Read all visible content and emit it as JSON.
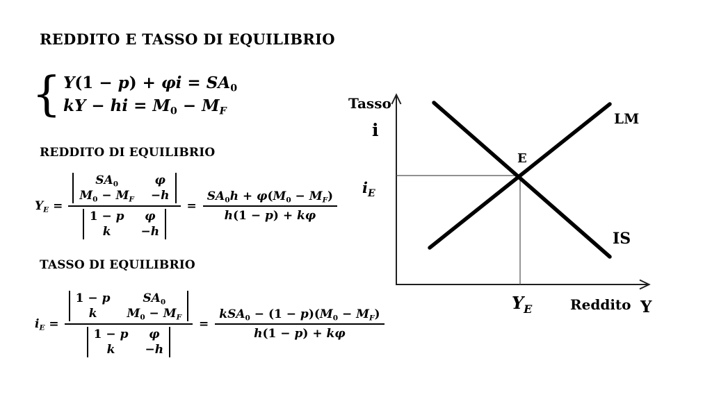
{
  "slide": {
    "title": "REDDITO E TASSO DI EQUILIBRIO",
    "income_heading": "REDDITO DI EQUILIBRIO",
    "rate_heading": "TASSO DI EQUILIBRIO"
  },
  "system": {
    "brace": "{",
    "line1_parts": [
      {
        "t": "Y"
      },
      {
        "u": "(1 − "
      },
      {
        "t": "p"
      },
      {
        "u": ") + "
      },
      {
        "t": "φi"
      },
      {
        "u": " = "
      },
      {
        "t": "SA"
      },
      {
        "su": "0"
      }
    ],
    "line2_parts": [
      {
        "t": "kY"
      },
      {
        "u": " − "
      },
      {
        "t": "hi"
      },
      {
        "u": " = "
      },
      {
        "t": "M"
      },
      {
        "su": "0"
      },
      {
        "u": " − "
      },
      {
        "t": "M"
      },
      {
        "s": "F"
      }
    ]
  },
  "income_formula": {
    "lhs_parts": [
      {
        "t": "Y"
      },
      {
        "s": "E"
      },
      {
        "u": " ="
      }
    ],
    "num_det": {
      "c11": [
        {
          "t": "SA"
        },
        {
          "su": "0"
        }
      ],
      "c12": [
        {
          "t": "φ"
        }
      ],
      "c21": [
        {
          "t": "M"
        },
        {
          "su": "0"
        },
        {
          "u": " − "
        },
        {
          "t": "M"
        },
        {
          "s": "F"
        }
      ],
      "c22": [
        {
          "u": "−"
        },
        {
          "t": "h"
        }
      ]
    },
    "den_det": {
      "c11": [
        {
          "u": "1 − "
        },
        {
          "t": "p"
        }
      ],
      "c12": [
        {
          "t": "φ"
        }
      ],
      "c21": [
        {
          "t": "k"
        }
      ],
      "c22": [
        {
          "u": "−"
        },
        {
          "t": "h"
        }
      ]
    },
    "equals": "=",
    "result_num_parts": [
      {
        "t": "SA"
      },
      {
        "su": "0"
      },
      {
        "t": "h"
      },
      {
        "u": " + "
      },
      {
        "t": "φ"
      },
      {
        "u": "("
      },
      {
        "t": "M"
      },
      {
        "su": "0"
      },
      {
        "u": " − "
      },
      {
        "t": "M"
      },
      {
        "s": "F"
      },
      {
        "u": ")"
      }
    ],
    "result_den_parts": [
      {
        "t": "h"
      },
      {
        "u": "(1 − "
      },
      {
        "t": "p"
      },
      {
        "u": ") + "
      },
      {
        "t": "kφ"
      }
    ]
  },
  "rate_formula": {
    "lhs_parts": [
      {
        "t": "i"
      },
      {
        "s": "E"
      },
      {
        "u": " ="
      }
    ],
    "num_det": {
      "c11": [
        {
          "u": "1 − "
        },
        {
          "t": "p"
        }
      ],
      "c12": [
        {
          "t": "SA"
        },
        {
          "su": "0"
        }
      ],
      "c21": [
        {
          "t": "k"
        }
      ],
      "c22": [
        {
          "t": "M"
        },
        {
          "su": "0"
        },
        {
          "u": " − "
        },
        {
          "t": "M"
        },
        {
          "s": "F"
        }
      ]
    },
    "den_det": {
      "c11": [
        {
          "u": "1 − "
        },
        {
          "t": "p"
        }
      ],
      "c12": [
        {
          "t": "φ"
        }
      ],
      "c21": [
        {
          "t": "k"
        }
      ],
      "c22": [
        {
          "u": "−"
        },
        {
          "t": "h"
        }
      ]
    },
    "equals": "=",
    "result_num_parts": [
      {
        "t": "kSA"
      },
      {
        "su": "0"
      },
      {
        "u": " − (1 − "
      },
      {
        "t": "p"
      },
      {
        "u": ")("
      },
      {
        "t": "M"
      },
      {
        "su": "0"
      },
      {
        "u": " − "
      },
      {
        "t": "M"
      },
      {
        "s": "F"
      },
      {
        "u": ")"
      }
    ],
    "result_den_parts": [
      {
        "t": "h"
      },
      {
        "u": "(1 − "
      },
      {
        "t": "p"
      },
      {
        "u": ") + "
      },
      {
        "t": "kφ"
      }
    ]
  },
  "diagram": {
    "y_axis_title": "Tasso",
    "y_axis_var": "i",
    "eq_rate_base": "i",
    "eq_rate_sub": "E",
    "point_label": "E",
    "lm_label": "LM",
    "is_label": "IS",
    "eq_income_base": "Y",
    "eq_income_sub": "E",
    "x_axis_title": "Reddito",
    "x_axis_var": "Y"
  },
  "colors": {
    "background": "#ffffff",
    "text": "#000000",
    "axis": "#1f1f1f",
    "guide_line": "#4f4f4f",
    "curve": "#000000"
  }
}
